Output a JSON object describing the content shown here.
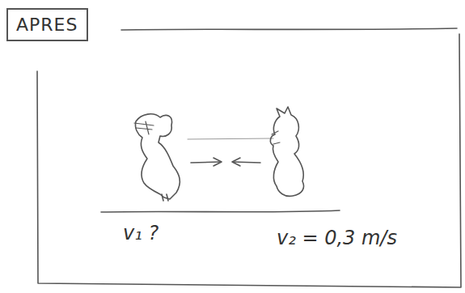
{
  "diagram": {
    "nodes": [
      {
        "text": [
          "APRES"
        ]
      }
    ],
    "labels": [
      "v₁ ?",
      "v₂ = 0,3 m/s"
    ]
  }
}
